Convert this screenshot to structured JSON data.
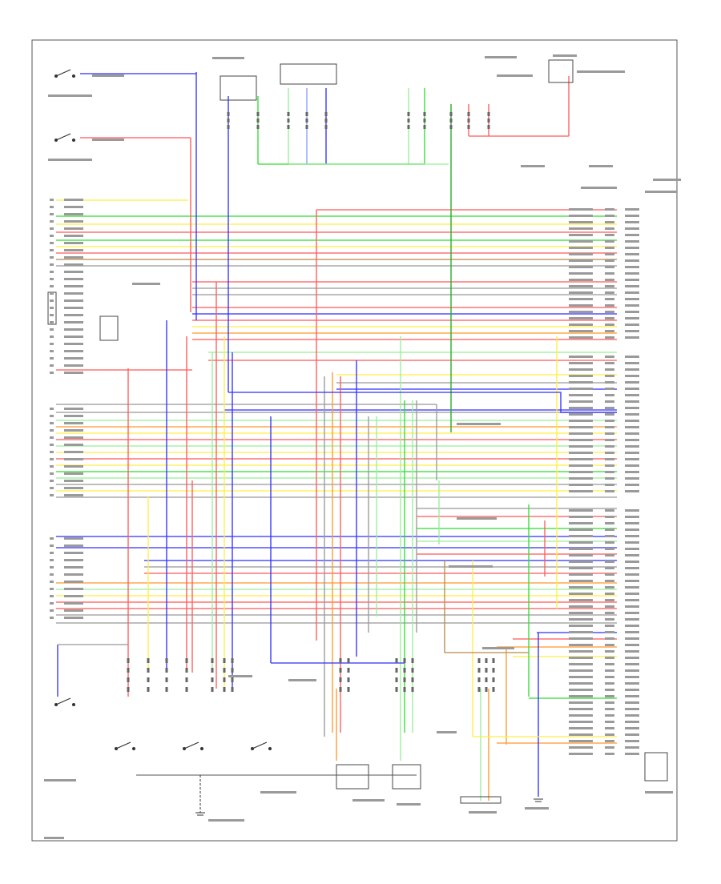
{
  "diagram": {
    "title": "",
    "footer_code": "",
    "colors": {
      "red": "#ff5a5a",
      "green": "#33dd33",
      "yellow": "#ffee44",
      "blue": "#3333ff",
      "lblue": "#8aa0ff",
      "orange": "#ff9a30",
      "brown": "#b98b50",
      "lgreen": "#99ee99",
      "gray": "#9a9a9a",
      "black": "#333333",
      "darkgreen": "#22aa22",
      "pink": "#ff8fb0"
    },
    "wires": [
      {
        "color": "red"
      },
      {
        "color": "green"
      },
      {
        "color": "yellow"
      },
      {
        "color": "blue"
      },
      {
        "color": "orange"
      },
      {
        "color": "brown"
      },
      {
        "color": "lgreen"
      },
      {
        "color": "gray"
      }
    ]
  }
}
